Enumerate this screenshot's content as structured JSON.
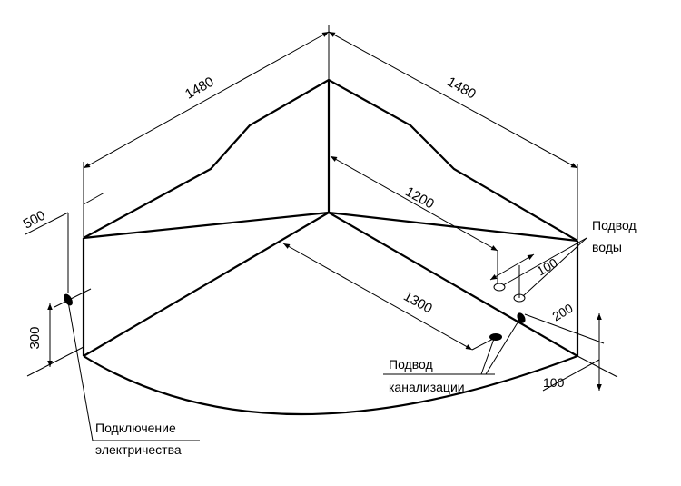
{
  "dimensions": {
    "side_left": "1480",
    "side_right": "1480",
    "inner_length": "1200",
    "diagonal": "1300",
    "height": "500",
    "socket_height": "300",
    "water_spacing": "100",
    "drain_offset": "200",
    "edge_offset": "100"
  },
  "callouts": {
    "water_line1": "Подвод",
    "water_line2": "воды",
    "drain_line1": "Подвод",
    "drain_line2": "канализации",
    "electric_line1": "Подключение",
    "electric_line2": "электричества"
  },
  "colors": {
    "line": "#000000",
    "background": "#ffffff"
  }
}
